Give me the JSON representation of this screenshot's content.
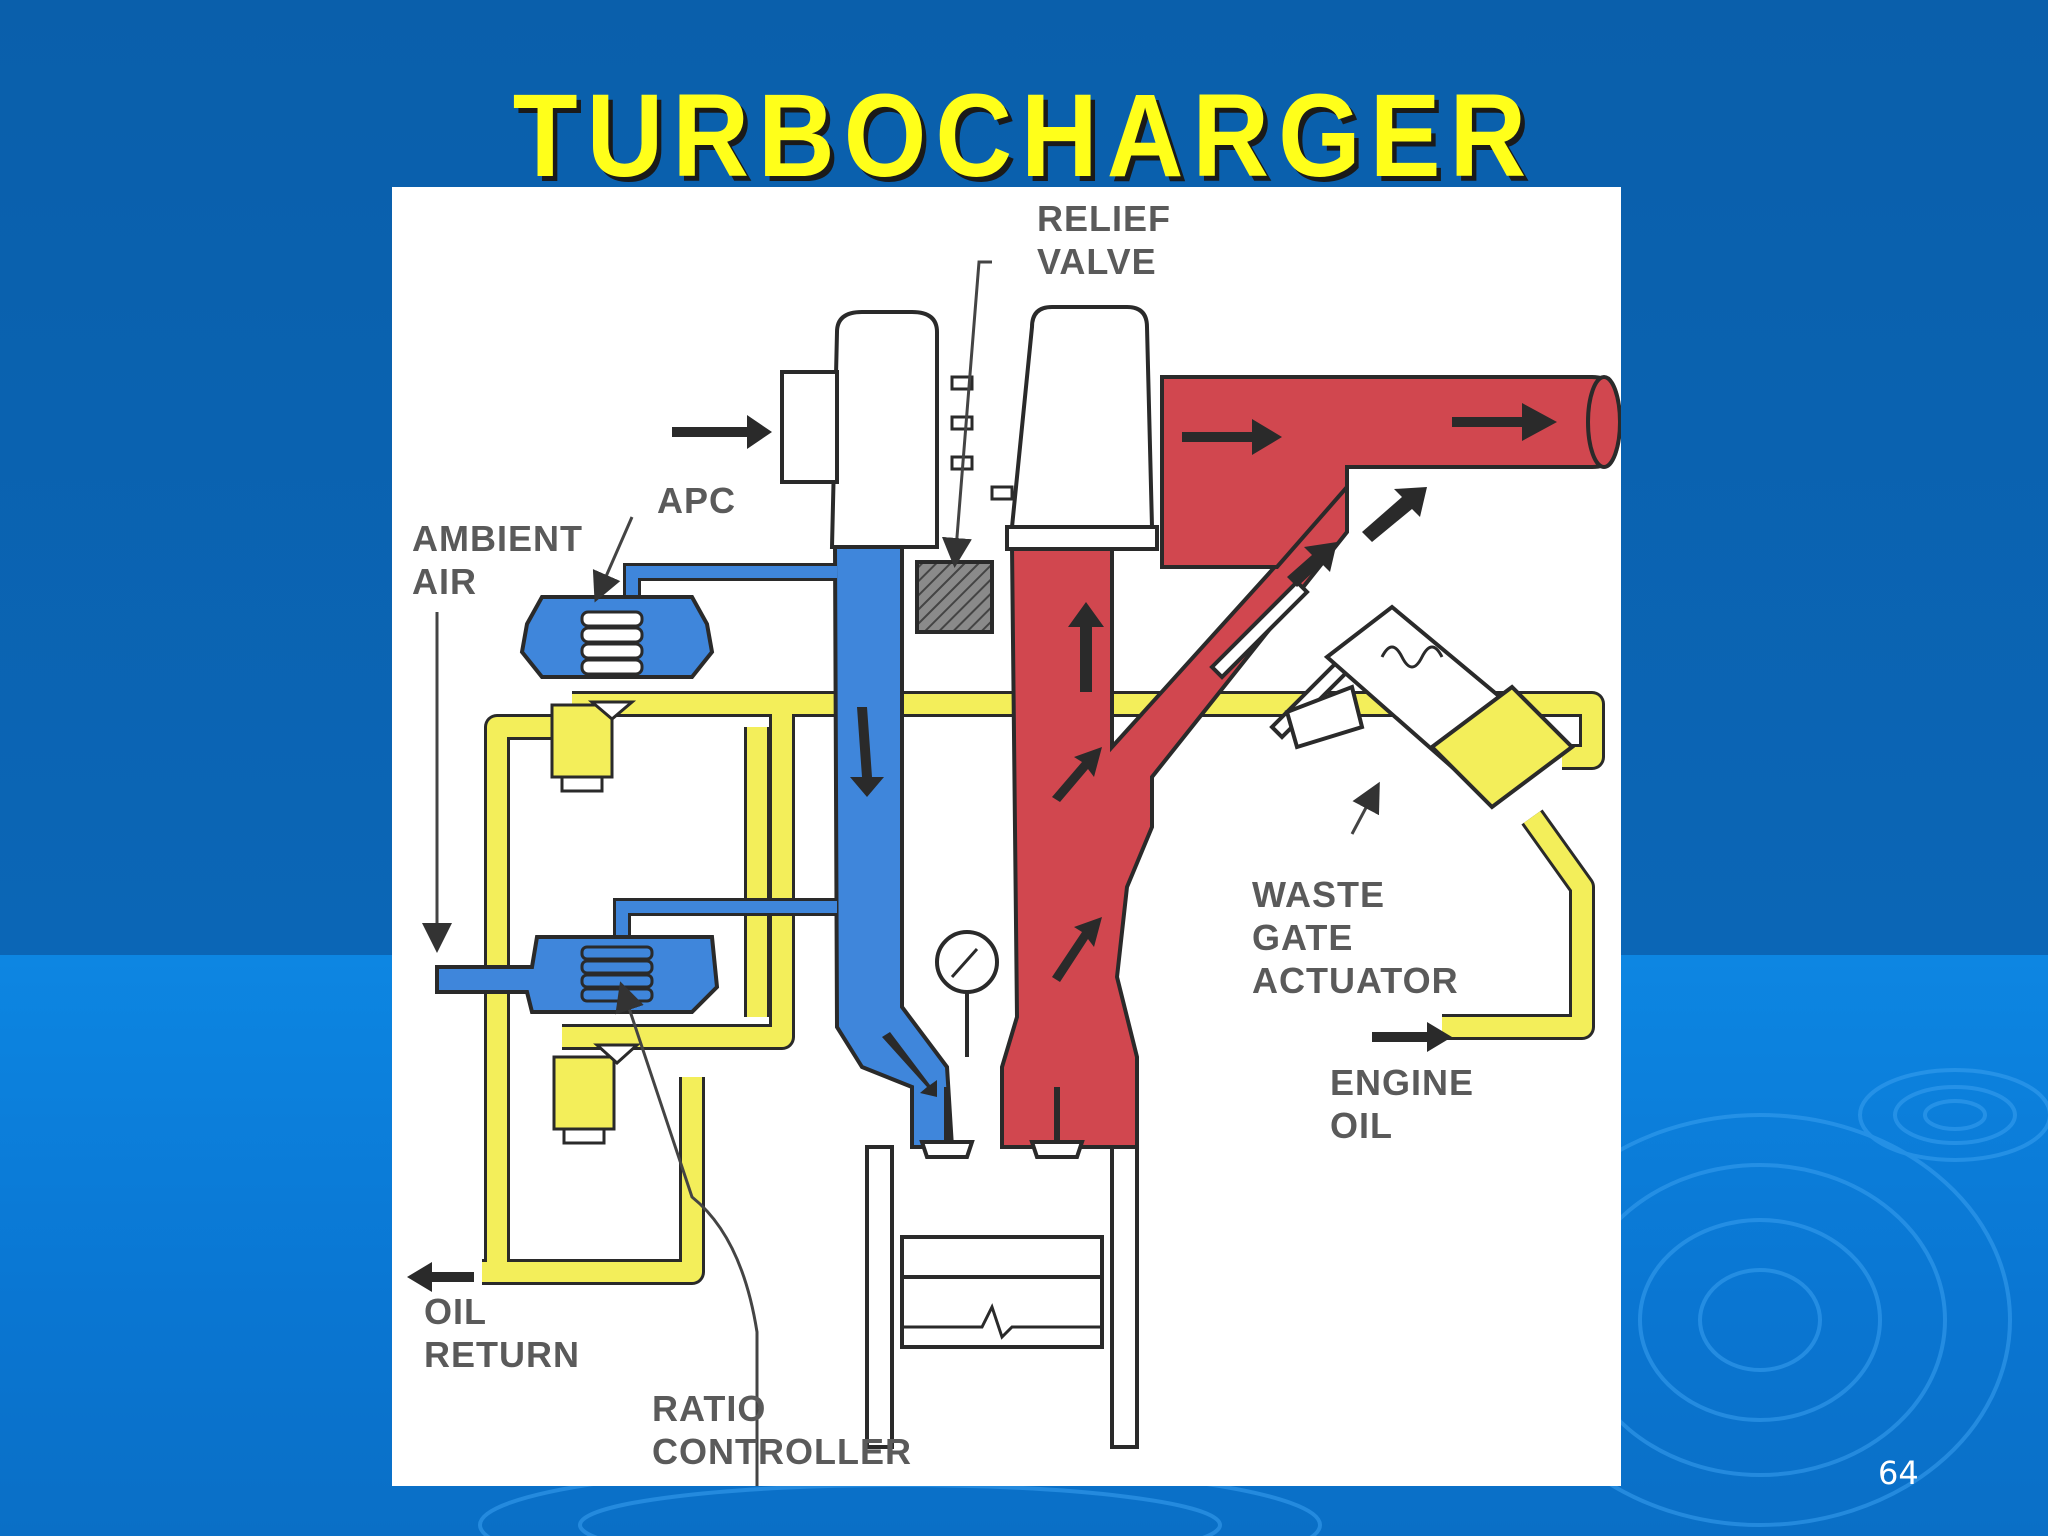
{
  "slide": {
    "title": "TURBOCHARGER",
    "page_number": "64"
  },
  "diagram": {
    "labels": {
      "relief_valve": "RELIEF\nVALVE",
      "apc": "APC",
      "ambient_air": "AMBIENT\nAIR",
      "waste_gate_actuator": "WASTE\nGATE\nACTUATOR",
      "engine_oil": "ENGINE\nOIL",
      "oil_return": "OIL\nRETURN",
      "ratio_controller": "RATIO\nCONTROLLER"
    },
    "colors": {
      "intake_air": "#3f86db",
      "exhaust": "#d1474f",
      "oil": "#f3ee5a",
      "slide_background": "#0a62b0",
      "title": "#ffff1a"
    }
  }
}
